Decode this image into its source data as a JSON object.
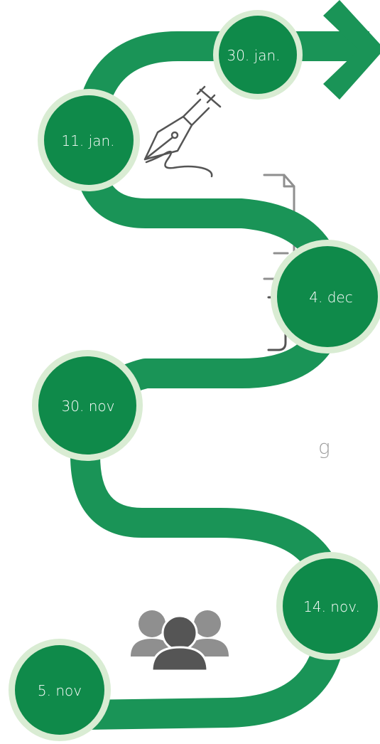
{
  "colors": {
    "road": "#1a9457",
    "road_dark": "#138a4d",
    "milestone_fill": "#0f8a4a",
    "milestone_ring": "#d9ecd3",
    "label": "#ffffff",
    "icon_gray": "#8f8f8f",
    "icon_dark": "#555555"
  },
  "milestones": [
    {
      "label": "30. jan."
    },
    {
      "label": "11. jan."
    },
    {
      "label": "4. dec"
    },
    {
      "label": "30. nov"
    },
    {
      "label": "14. nov."
    },
    {
      "label": "5. nov"
    }
  ],
  "side_text": "g",
  "icons": {
    "arrow": "arrow-right-icon",
    "signature": "fountain-pen-signature-icon",
    "document": "document-icon",
    "phone": "phone-outline-icon",
    "people": "people-group-icon"
  }
}
